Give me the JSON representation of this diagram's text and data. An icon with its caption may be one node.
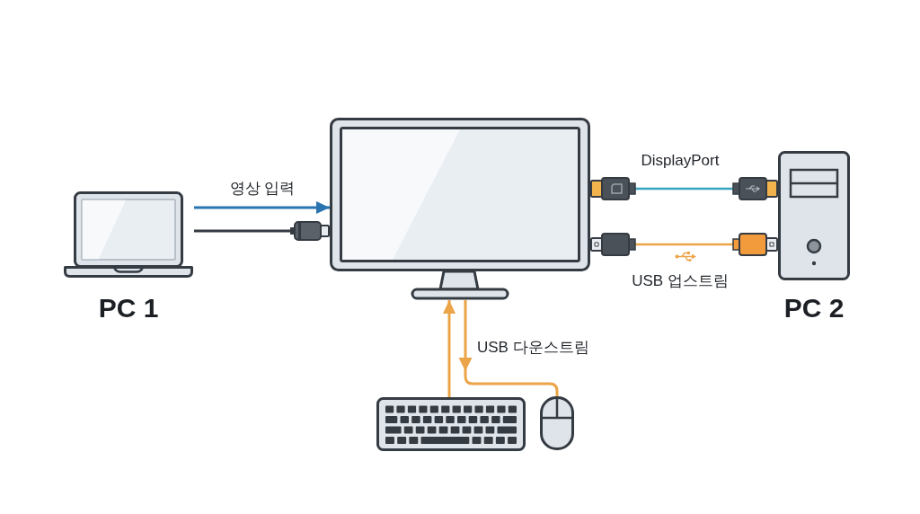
{
  "diagram": {
    "nodes": [
      {
        "text": [],
        "shape": "picture",
        "beside": [
          "PC 1"
        ]
      },
      {
        "text": [],
        "shape": "picture"
      },
      {
        "text": [],
        "shape": "picture",
        "beside": [
          "PC 2"
        ]
      },
      {
        "text": [],
        "shape": "picture"
      },
      {
        "text": [],
        "shape": "picture"
      }
    ],
    "edges": [
      {
        "from": 0,
        "to": 1,
        "arrow": "to",
        "label": "영상 입력",
        "color": "#2a74b0"
      },
      {
        "from": 0,
        "to": 1,
        "arrow": "other",
        "color": "#353b42"
      },
      {
        "from": 1,
        "to": 2,
        "arrow": "other",
        "label": "DisplayPort",
        "color": "#3aa5c0"
      },
      {
        "from": 1,
        "to": 2,
        "arrow": "other",
        "label": "USB 업스트림"
      },
      {
        "from": 3,
        "to": 1,
        "arrow": "to"
      },
      {
        "from": 1,
        "to": 4,
        "arrow": "to",
        "label": "USB 다운스트림"
      }
    ]
  }
}
